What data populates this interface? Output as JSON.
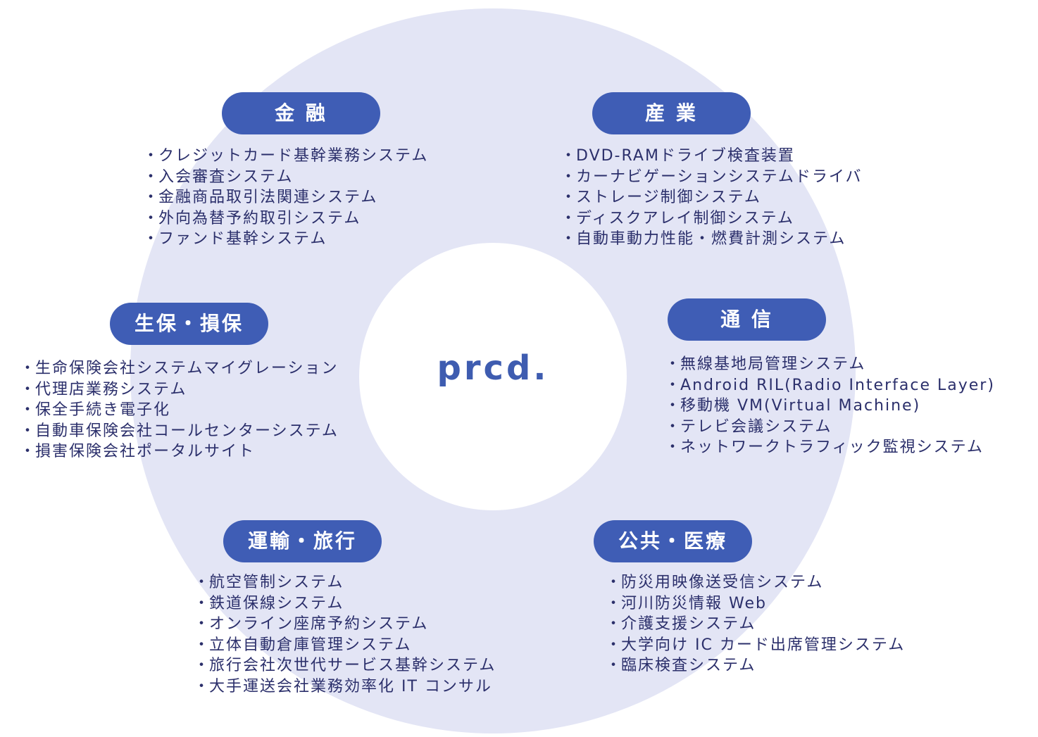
{
  "center_label": "prcd.",
  "sectors": {
    "finance": {
      "label": "金 融",
      "items": [
        "クレジットカード基幹業務システム",
        "入会審査システム",
        "金融商品取引法関連システム",
        "外向為替予約取引システム",
        "ファンド基幹システム"
      ]
    },
    "industry": {
      "label": "産 業",
      "items": [
        "DVD-RAMドライブ検査装置",
        "カーナビゲーションシステムドライバ",
        "ストレージ制御システム",
        "ディスクアレイ制御システム",
        "自動車動力性能・燃費計測システム"
      ]
    },
    "insurance": {
      "label": "生保・損保",
      "items": [
        "生命保険会社システムマイグレーション",
        "代理店業務システム",
        "保全手続き電子化",
        "自動車保険会社コールセンターシステム",
        "損害保険会社ポータルサイト"
      ]
    },
    "telecom": {
      "label": "通 信",
      "items": [
        "無線基地局管理システム",
        "Android RIL(Radio Interface Layer)",
        "移動機 VM(Virtual Machine)",
        "テレビ会議システム",
        "ネットワークトラフィック監視システム"
      ]
    },
    "transport": {
      "label": "運輸・旅行",
      "items": [
        "航空管制システム",
        "鉄道保線システム",
        "オンライン座席予約システム",
        "立体自動倉庫管理システム",
        "旅行会社次世代サービス基幹システム",
        "大手運送会社業務効率化 IT コンサル"
      ]
    },
    "public": {
      "label": "公共・医療",
      "items": [
        "防災用映像送受信システム",
        "河川防災情報 Web",
        "介護支援システム",
        "大学向け IC カード出席管理システム",
        "臨床検査システム"
      ]
    }
  }
}
